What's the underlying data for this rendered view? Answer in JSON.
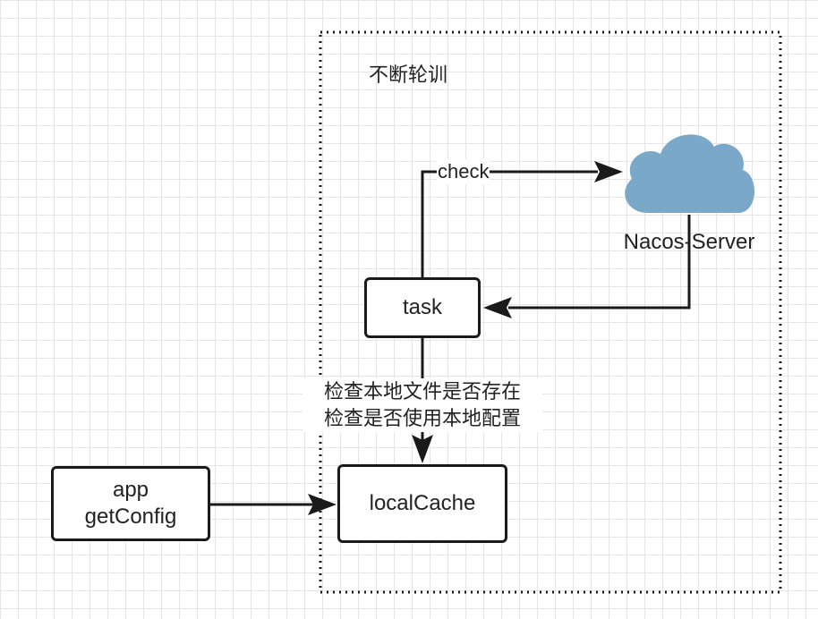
{
  "container": {
    "title": "不断轮训"
  },
  "nodes": {
    "task": "task",
    "local_cache": "localCache",
    "app_line1": "app",
    "app_line2": "getConfig",
    "server": "Nacos-Server"
  },
  "edges": {
    "check": "check",
    "task_to_cache_line1": "检查本地文件是否存在",
    "task_to_cache_line2": "检查是否使用本地配置"
  },
  "colors": {
    "cloud": "#7aa8c8",
    "stroke": "#1a1a1a",
    "grid": "#e6e6e6"
  }
}
